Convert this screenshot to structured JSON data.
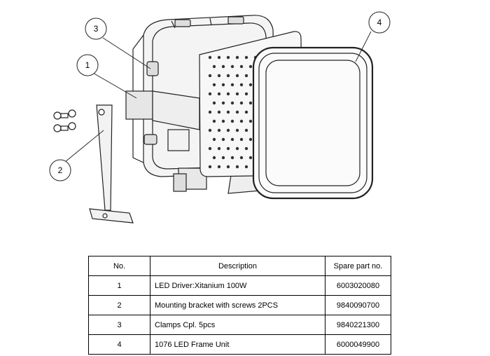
{
  "callouts": [
    "1",
    "2",
    "3",
    "4"
  ],
  "table": {
    "headers": {
      "no": "No.",
      "description": "Description",
      "spare": "Spare part no."
    },
    "rows": [
      {
        "no": "1",
        "description": "LED Driver:Xitanium 100W",
        "spare": "6003020080"
      },
      {
        "no": "2",
        "description": "Mounting bracket with screws 2PCS",
        "spare": "9840090700"
      },
      {
        "no": "3",
        "description": "Clamps Cpl. 5pcs",
        "spare": "9840221300"
      },
      {
        "no": "4",
        "description": "1076 LED Frame Unit",
        "spare": "6000049900"
      }
    ]
  }
}
